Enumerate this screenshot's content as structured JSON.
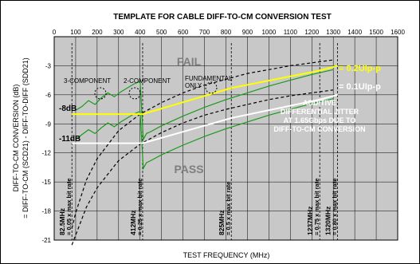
{
  "chart_data": {
    "type": "line",
    "title": "TEMPLATE FOR CABLE DIFF-TO-CM CONVERSION TEST",
    "xlabel": "TEST FREQUENCY (MHz)",
    "ylabel_line1": "DIFF-TO-CM CONVERSION (dB)",
    "ylabel_line2": "= DIFF-TO-CM (SCD21) - DIFF-TO-DIFF (SDD21)",
    "xlim": [
      0,
      1600
    ],
    "ylim": [
      -21,
      0
    ],
    "xticks": [
      0,
      100,
      200,
      300,
      400,
      500,
      600,
      700,
      800,
      900,
      1000,
      1100,
      1200,
      1300,
      1400,
      1500,
      1600
    ],
    "yticks": [
      -3,
      -6,
      -9,
      -12,
      -15,
      -18,
      -21
    ],
    "grid": true,
    "colors": {
      "background": "#c8c8c8",
      "yellow": "#ffff00",
      "white": "#ffffff",
      "green": "#1a9a1a",
      "black": "#000000",
      "region_text": "#7f7f7f"
    },
    "regions": {
      "fail": "FAIL",
      "pass": "PASS"
    },
    "series": [
      {
        "name": "= 0.2UIp-p",
        "color": "#ffff00",
        "x": [
          82.5,
          412,
          825,
          1237,
          1320
        ],
        "y": [
          -8,
          -8,
          -5.3,
          -3.5,
          -3
        ]
      },
      {
        "name": "= 0.1UIp-p",
        "color": "#ffffff",
        "x": [
          82.5,
          412,
          825,
          1237,
          1320
        ],
        "y": [
          -11,
          -11,
          -8.4,
          -6.5,
          -6
        ]
      },
      {
        "color": "#1a9a1a",
        "x": [
          100,
          130,
          160,
          190,
          220,
          250,
          280,
          310,
          340,
          370,
          400,
          415,
          430,
          450,
          500,
          600,
          700,
          800,
          900,
          1000,
          1100,
          1200,
          1300
        ],
        "y": [
          -7.6,
          -7.2,
          -6.6,
          -7.0,
          -6.3,
          -5.8,
          -6.2,
          -5.7,
          -5.3,
          -4.9,
          -4.6,
          -10.6,
          -10.0,
          -9.8,
          -9.2,
          -8.2,
          -7.3,
          -6.5,
          -5.8,
          -5.1,
          -4.5,
          -3.9,
          -3.4
        ]
      },
      {
        "color": "#1a9a1a",
        "x": [
          100,
          130,
          160,
          190,
          220,
          250,
          280,
          310,
          340,
          370,
          400,
          415,
          430,
          450,
          500,
          600,
          700,
          800,
          900,
          1000,
          1100,
          1200,
          1300
        ],
        "y": [
          -10.6,
          -10.1,
          -9.6,
          -10.0,
          -9.4,
          -8.9,
          -9.3,
          -8.8,
          -8.4,
          -8.0,
          -7.7,
          -13.6,
          -13.0,
          -12.8,
          -12.2,
          -11.2,
          -10.3,
          -9.5,
          -8.8,
          -8.1,
          -7.5,
          -6.9,
          -6.4
        ]
      },
      {
        "color": "#000000",
        "dash": true,
        "x": [
          82.5,
          100,
          150,
          200,
          300,
          400,
          500,
          600,
          700,
          800,
          900,
          1000,
          1100,
          1200,
          1300
        ],
        "y": [
          -19.8,
          -18.2,
          -14.8,
          -12.6,
          -9.7,
          -8.0,
          -6.8,
          -5.8,
          -5.0,
          -4.4,
          -3.8,
          -3.4,
          -3.0,
          -2.7,
          -2.4
        ]
      },
      {
        "color": "#000000",
        "dash": true,
        "x": [
          82.5,
          100,
          150,
          200,
          300,
          400,
          500,
          600,
          700,
          800,
          900,
          1000,
          1100,
          1200,
          1300
        ],
        "y": [
          -21.5,
          -20.5,
          -17.6,
          -15.6,
          -12.8,
          -11.1,
          -9.9,
          -8.9,
          -8.1,
          -7.5,
          -7.0,
          -6.5,
          -6.1,
          -5.8,
          -5.5
        ]
      }
    ],
    "reference_lines": [
      {
        "x": 82.5,
        "labels": [
          "82.5MHz",
          "= 0.05 x max bit rate"
        ]
      },
      {
        "x": 412,
        "labels": [
          "412MHz",
          "= 0.25 x max bit rate"
        ]
      },
      {
        "x": 825,
        "labels": [
          "825MHz",
          "= 0.5 x max bit rate"
        ]
      },
      {
        "x": 1237,
        "labels": [
          "1237MHz",
          "= 0.75 x max bit rate"
        ]
      },
      {
        "x": 1320,
        "labels": [
          "1320MHz",
          "= 0.80 x max bit rate"
        ]
      }
    ],
    "annotations": [
      {
        "id": "neg8",
        "text": "-8dB"
      },
      {
        "id": "neg11",
        "text": "-11dB"
      },
      {
        "id": "comp3",
        "text": "3-COMPONENT"
      },
      {
        "id": "comp2",
        "text": "2-COMPONENT"
      },
      {
        "id": "fund1",
        "text": "FUNDAMENTAL"
      },
      {
        "id": "fund2",
        "text": "ONLY"
      },
      {
        "id": "jit1",
        "text": "ADDITIVE"
      },
      {
        "id": "jit2",
        "text": "DIFFERENTIAL JITTER"
      },
      {
        "id": "jit3",
        "text": "AT 1.65Gbps DUE TO"
      },
      {
        "id": "jit4",
        "text": "DIFF-TO-CM CONVERSION"
      }
    ]
  }
}
